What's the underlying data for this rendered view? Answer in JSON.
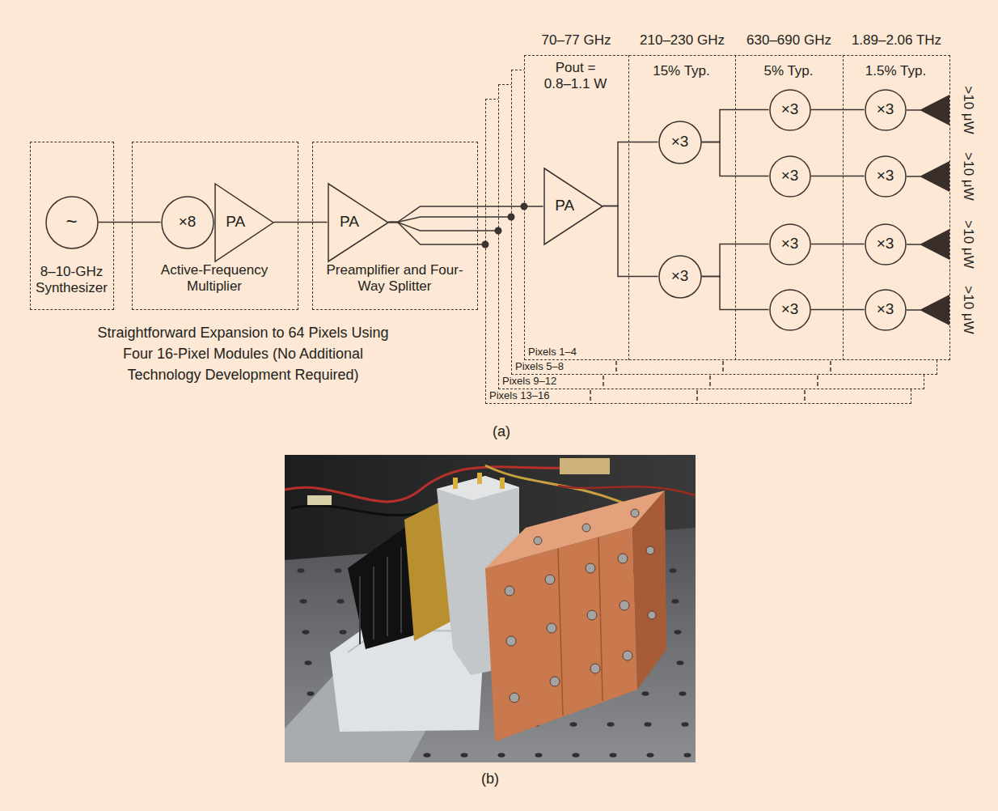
{
  "diagram": {
    "nodes": [
      {
        "text": [
          "8–10-GHz Synthesizer"
        ]
      },
      {
        "text": [
          "~"
        ],
        "in": 0
      },
      {
        "text": [
          "Active-Frequency Multiplier"
        ]
      },
      {
        "text": [
          "×8"
        ],
        "in": 2
      },
      {
        "text": [
          "PA"
        ],
        "in": 2
      },
      {
        "text": [
          "Preamplifier and Four-Way Splitter"
        ]
      },
      {
        "text": [
          "PA"
        ],
        "in": 5
      },
      {
        "text": [
          "Pixels 1–4"
        ]
      },
      {
        "text": [
          "70–77 GHz",
          "Pout = 0.8–1.1 W"
        ],
        "in": 7
      },
      {
        "text": [
          "PA"
        ],
        "in": 8
      },
      {
        "text": [
          "210–230 GHz",
          "15% Typ."
        ],
        "in": 7
      },
      {
        "text": [
          "×3"
        ],
        "in": 10
      },
      {
        "text": [
          "×3"
        ],
        "in": 10
      },
      {
        "text": [
          "630–690 GHz",
          "5% Typ."
        ],
        "in": 7
      },
      {
        "text": [
          "×3"
        ],
        "in": 13
      },
      {
        "text": [
          "×3"
        ],
        "in": 13
      },
      {
        "text": [
          "×3"
        ],
        "in": 13
      },
      {
        "text": [
          "×3"
        ],
        "in": 13
      },
      {
        "text": [
          "1.89–2.06 THz",
          "1.5% Typ."
        ],
        "in": 7
      },
      {
        "text": [
          "×3"
        ],
        "in": 18
      },
      {
        "text": [
          "×3"
        ],
        "in": 18
      },
      {
        "text": [
          "×3"
        ],
        "in": 18
      },
      {
        "text": [
          "×3"
        ],
        "in": 18
      },
      {
        "text": [
          "Pixels 5–8"
        ]
      },
      {
        "text": [
          "Pixels 9–12"
        ]
      },
      {
        "text": [
          "Pixels 13–16"
        ]
      }
    ],
    "edges": [
      {
        "from": 1,
        "to": 3,
        "arrow": "none"
      },
      {
        "from": 4,
        "to": 6,
        "arrow": "none"
      },
      {
        "from": 6,
        "to": 9,
        "arrow": "none"
      },
      {
        "from": 6,
        "to": 23,
        "arrow": "none"
      },
      {
        "from": 6,
        "to": 24,
        "arrow": "none"
      },
      {
        "from": 6,
        "to": 25,
        "arrow": "none"
      },
      {
        "from": 9,
        "to": 11,
        "arrow": "none"
      },
      {
        "from": 9,
        "to": 12,
        "arrow": "none"
      },
      {
        "from": 11,
        "to": 14,
        "arrow": "none"
      },
      {
        "from": 11,
        "to": 15,
        "arrow": "none"
      },
      {
        "from": 12,
        "to": 16,
        "arrow": "none"
      },
      {
        "from": 12,
        "to": 17,
        "arrow": "none"
      },
      {
        "from": 14,
        "to": 19,
        "arrow": "none"
      },
      {
        "from": 15,
        "to": 20,
        "arrow": "none"
      },
      {
        "from": 16,
        "to": 21,
        "arrow": "none"
      },
      {
        "from": 17,
        "to": 22,
        "arrow": "none"
      }
    ],
    "labels": [
      "Straightforward Expansion to 64 Pixels Using Four 16-Pixel Modules (No Additional Technology Development Required)",
      ">10 μW",
      ">10 μW",
      ">10 μW",
      ">10 μW",
      "(a)",
      "(b)"
    ]
  }
}
